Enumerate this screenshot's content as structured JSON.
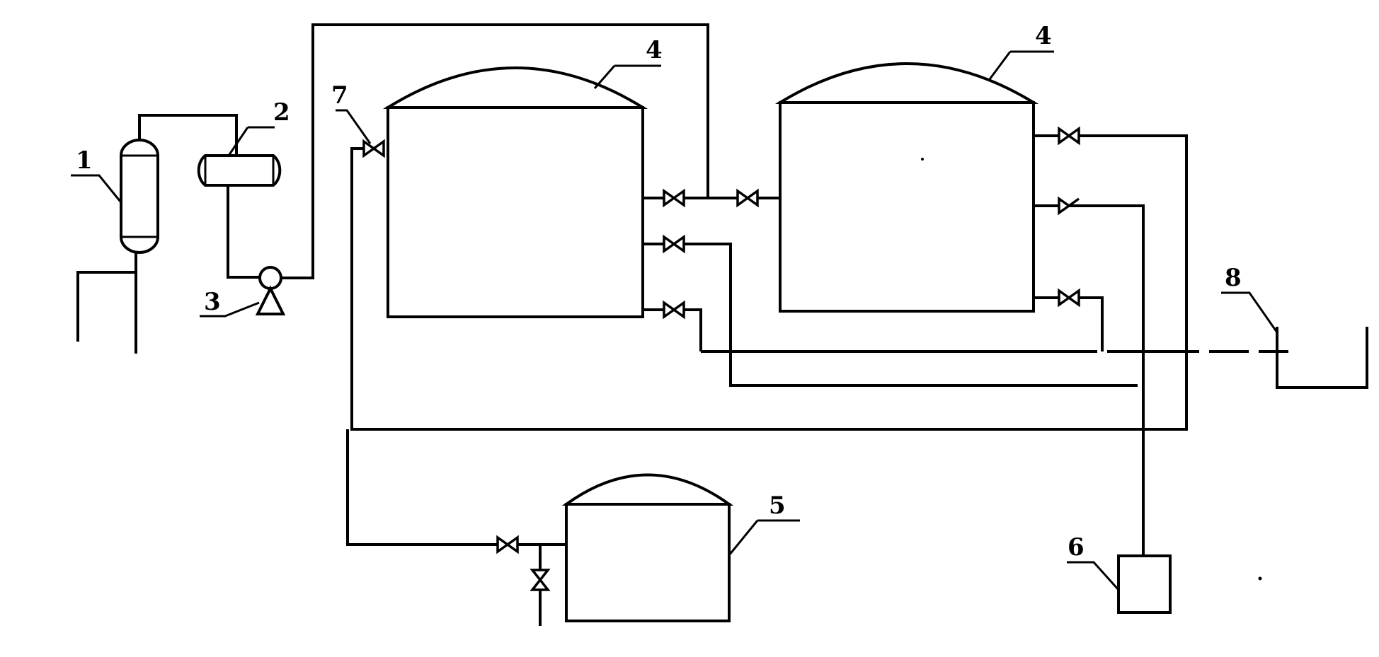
{
  "labels": {
    "l1": "1",
    "l2": "2",
    "l3": "3",
    "l4a": "4",
    "l4b": "4",
    "l5": "5",
    "l6": "6",
    "l7": "7",
    "l8": "8"
  },
  "colors": {
    "line": "#000000",
    "background": "#ffffff"
  },
  "icons": [
    "valve-icon",
    "pump-icon"
  ]
}
